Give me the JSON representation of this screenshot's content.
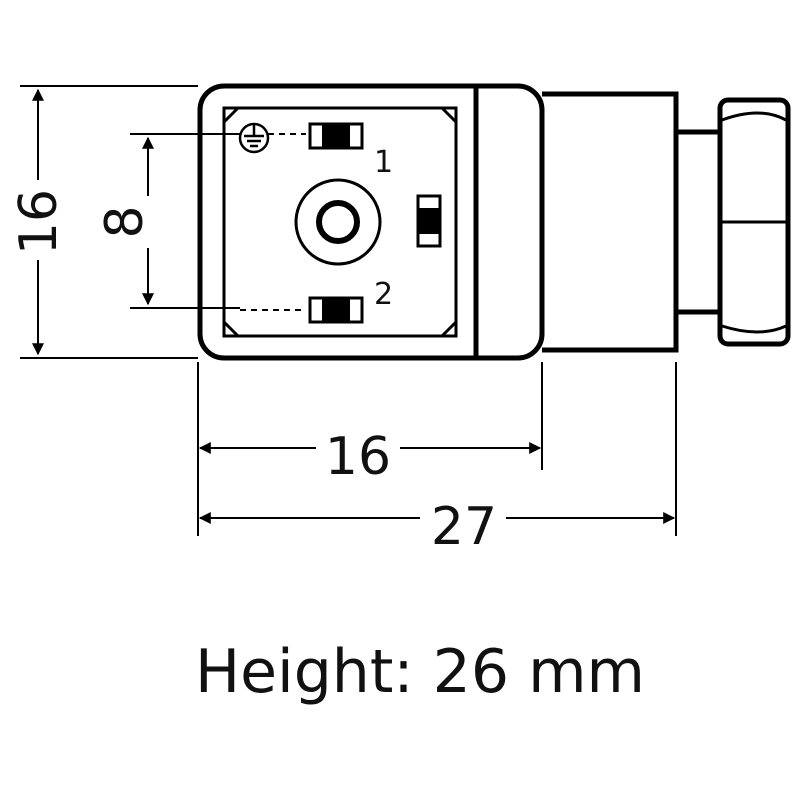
{
  "dimensions": {
    "height_left": "16",
    "inner_height": "8",
    "body_width": "16",
    "total_width": "27"
  },
  "pins": {
    "pin1": "1",
    "pin2": "2",
    "ground_symbol": "ground-icon"
  },
  "caption": "Height: 26 mm"
}
